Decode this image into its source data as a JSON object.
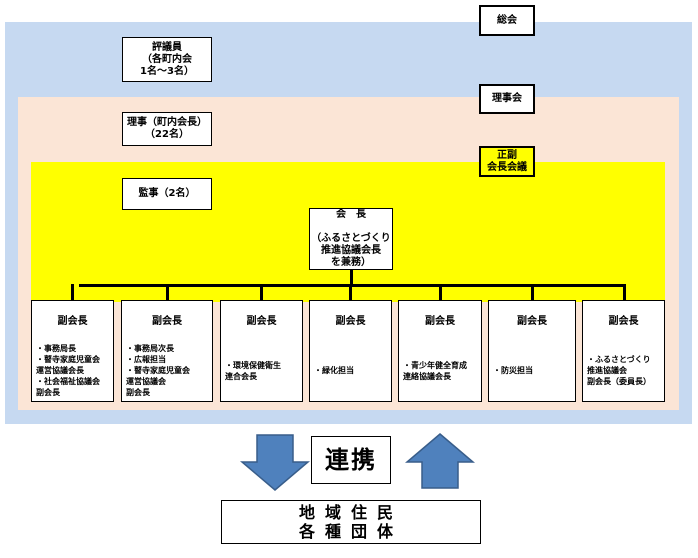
{
  "general_assembly": "総会",
  "board_meeting": "理事会",
  "vice_president_council": "正副\n会長会議",
  "councillors": "評議員\n（各町内会\n1名～3名）",
  "directors": "理事（町内会長）\n（22名）",
  "auditors": "監事（2名）",
  "president": "会　長\n\n（ふるさとづくり\n推進協議会長\nを兼務）",
  "vice_presidents": [
    {
      "title": "副会長",
      "duties": [
        "・事務局長",
        "・瞽寺家庭児童会\n運営協議会長",
        "・社会福祉協議会\n副会長"
      ]
    },
    {
      "title": "副会長",
      "duties": [
        "・事務局次長",
        "・広報担当",
        "・瞽寺家庭児童会\n運営協議会\n副会長"
      ]
    },
    {
      "title": "副会長",
      "duties": [
        "・環境保健衛生\n連合会長"
      ]
    },
    {
      "title": "副会長",
      "duties": [
        "・緑化担当"
      ]
    },
    {
      "title": "副会長",
      "duties": [
        "・青少年健全育成\n連絡協議会長"
      ]
    },
    {
      "title": "副会長",
      "duties": [
        "・防災担当"
      ]
    },
    {
      "title": "副会長",
      "duties": [
        "・ふるさとづくり\n推進協議会\n副会長（委員長）"
      ]
    }
  ],
  "cooperation": "連携",
  "residents": "地域住民\n各種団体",
  "colors": {
    "general_layer": "#c6d9f1",
    "board_layer": "#fbe5d6",
    "vice_layer": "#ffff00",
    "arrow_fill": "#4f81bd",
    "arrow_stroke": "#385d8a"
  },
  "icons": {
    "down": "arrow-down-icon",
    "up": "arrow-up-icon"
  }
}
